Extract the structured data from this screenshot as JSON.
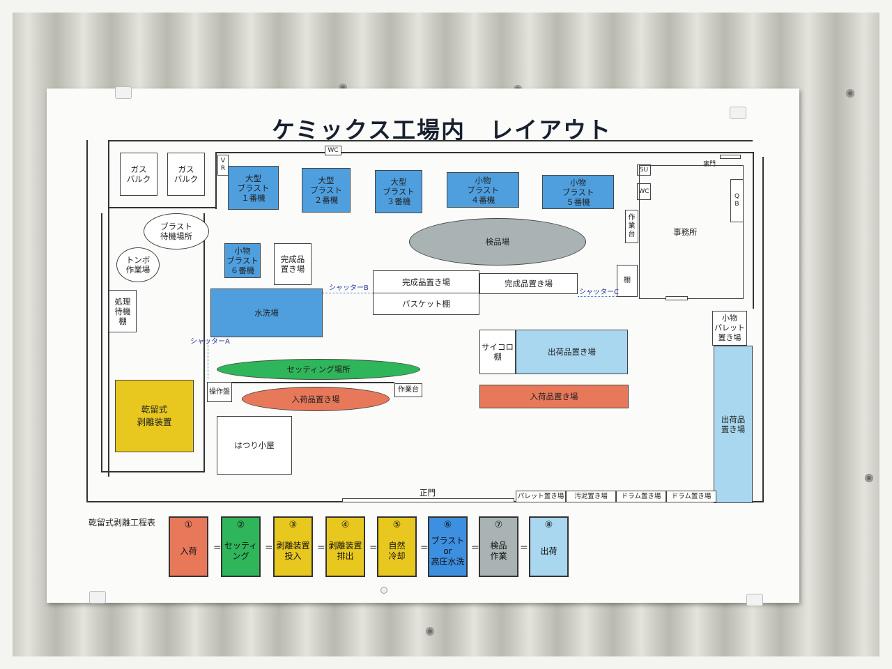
{
  "title": "ケミックス工場内　レイアウト",
  "top": {
    "gas1": "ガス\nバルク",
    "gas2": "ガス\nバルク",
    "vr": "V\nR",
    "wc_top": "WC",
    "blast1": "大型\nブラスト\n１番機",
    "blast2": "大型\nブラスト\n２番機",
    "blast3": "大型\nブラスト\n３番機",
    "blast4": "小物\nブラスト\n４番機",
    "blast5": "小物\nブラスト\n５番機",
    "su": "SU",
    "wc_right": "WC",
    "qb": "Q\nB",
    "back_gate": "裏門"
  },
  "middle": {
    "blast_wait": "ブラスト\n待機場所",
    "tonbo": "トンボ\n作業場",
    "treat_wait": "処理\n待機\n棚",
    "small_blast6": "小物\nブラスト\n６番機",
    "finished_small": "完成品\n置き場",
    "inspection": "検品場",
    "finished1": "完成品置き場",
    "finished2": "完成品置き場",
    "basket": "バスケット棚",
    "shutter_b": "シャッターB",
    "shutter_c": "シャッターC",
    "shutter_a": "シャッターA",
    "shelf": "棚",
    "work_table_right": "作\n業\n台",
    "office": "事務所",
    "wash": "水洗場",
    "setting": "セッティング場所",
    "incoming_ell": "入荷品置き場",
    "control_panel": "操作盤",
    "work_table": "作業台",
    "dryer": "乾留式\n剥離装置",
    "hatsuri": "はつり小屋",
    "saikoro": "サイコロ\n棚",
    "shipping": "出荷品置き場",
    "incoming_rect": "入荷品置き場",
    "small_pallet": "小物\nパレット\n置き場",
    "shipping_right": "出荷品\n置き場",
    "main_gate": "正門",
    "pallet": "パレット置き場",
    "sludge": "汚泥置き場",
    "drum1": "ドラム置き場",
    "drum2": "ドラム置き場"
  },
  "process": {
    "heading": "乾留式剥離工程表",
    "eq": "=",
    "steps": [
      {
        "num": "①",
        "label": "入荷",
        "color": "#e8785a"
      },
      {
        "num": "②",
        "label": "セッティ\nング",
        "color": "#2fb55a"
      },
      {
        "num": "③",
        "label": "剥離装置\n投入",
        "color": "#e8c81f"
      },
      {
        "num": "④",
        "label": "剥離装置\n排出",
        "color": "#e8c81f"
      },
      {
        "num": "⑤",
        "label": "自然\n冷却",
        "color": "#e8c81f"
      },
      {
        "num": "⑥",
        "label": "ブラスト\nor\n高圧水洗",
        "color": "#3d8fe0"
      },
      {
        "num": "⑦",
        "label": "検品\n作業",
        "color": "#a9b3b3"
      },
      {
        "num": "⑧",
        "label": "出荷",
        "color": "#a9d7ef"
      }
    ]
  },
  "colors": {
    "blue": "#4f9fdf",
    "light_blue": "#a9d7ef",
    "yellow": "#e8c81f",
    "green": "#2fb55a",
    "salmon": "#e8785a",
    "grey": "#a9b3b3"
  }
}
